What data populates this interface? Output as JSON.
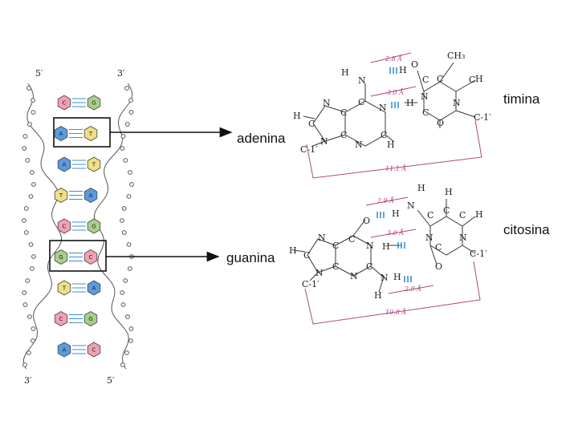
{
  "labels": {
    "adenina": "adenina",
    "timina": "timina",
    "guanina": "guanina",
    "citosina": "citosina"
  },
  "strand_ends": {
    "top_left": "5′",
    "top_right": "3′",
    "bottom_left": "3′",
    "bottom_right": "5′"
  },
  "base_pairs": [
    {
      "left": "C",
      "right": "G",
      "left_color": "#f2a0b4",
      "right_color": "#a8d08a"
    },
    {
      "left": "A",
      "right": "T",
      "left_color": "#5b9be0",
      "right_color": "#f0df86"
    },
    {
      "left": "A",
      "right": "T",
      "left_color": "#5b9be0",
      "right_color": "#f0df86"
    },
    {
      "left": "T",
      "right": "A",
      "left_color": "#f0df86",
      "right_color": "#5b9be0"
    },
    {
      "left": "C",
      "right": "G",
      "left_color": "#f2a0b4",
      "right_color": "#a8d08a"
    },
    {
      "left": "G",
      "right": "C",
      "left_color": "#a8d08a",
      "right_color": "#f2a0b4"
    },
    {
      "left": "T",
      "right": "A",
      "left_color": "#f0df86",
      "right_color": "#5b9be0"
    },
    {
      "left": "C",
      "right": "G",
      "left_color": "#f2a0b4",
      "right_color": "#a8d08a"
    },
    {
      "left": "A",
      "right": "C",
      "left_color": "#5b9be0",
      "right_color": "#f2a0b4"
    }
  ],
  "at_pair": {
    "methyl": "CH₃",
    "dist_top": "2.8 Å",
    "dist_mid": "3.0 Å",
    "dist_total": "11.1 Å",
    "c1_left": "C-1′",
    "c1_right": "C-1′"
  },
  "gc_pair": {
    "dist_top": "2.9 Å",
    "dist_mid": "3.0 Å",
    "dist_bottom": "2.9 Å",
    "dist_total": "10.8 Å",
    "c1_left": "C-1′",
    "c1_right": "C-1′"
  },
  "colors": {
    "distance": "#b0457e",
    "hbond": "#3a8fd0",
    "adenine": "#5b9be0",
    "thymine": "#f0df86",
    "guanine": "#a8d08a",
    "cytosine": "#f2a0b4"
  }
}
